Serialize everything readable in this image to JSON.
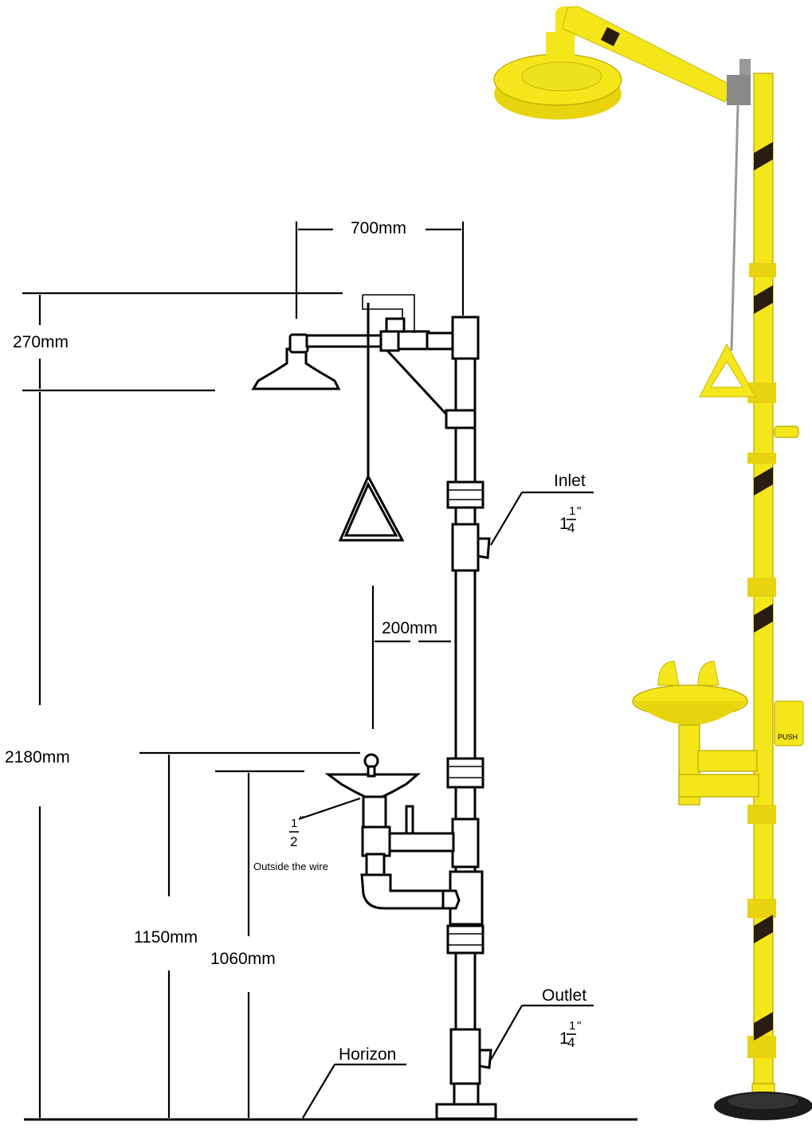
{
  "dimensions": {
    "arm_reach": "700mm",
    "head_height": "270mm",
    "total_height": "2180mm",
    "arm_offset": "200mm",
    "eyewash_height": "1150mm",
    "bowl_height": "1060mm"
  },
  "labels": {
    "inlet": "Inlet",
    "outlet": "Outlet",
    "horizon": "Horizon",
    "wire_note": "Outside the wire",
    "push": "PUSH"
  },
  "fractions": {
    "inlet": {
      "whole": "1",
      "num": "1",
      "den": "4",
      "mark": "\""
    },
    "outlet": {
      "whole": "1",
      "num": "1",
      "den": "4",
      "mark": "\""
    },
    "eyewash": {
      "num": "1",
      "den": "2",
      "mark": "\""
    }
  },
  "colors": {
    "safety_yellow": "#f4e61a",
    "stripe_dark": "#2a1c10",
    "base_black": "#1b1b1b",
    "steel": "#8a8a8a"
  }
}
